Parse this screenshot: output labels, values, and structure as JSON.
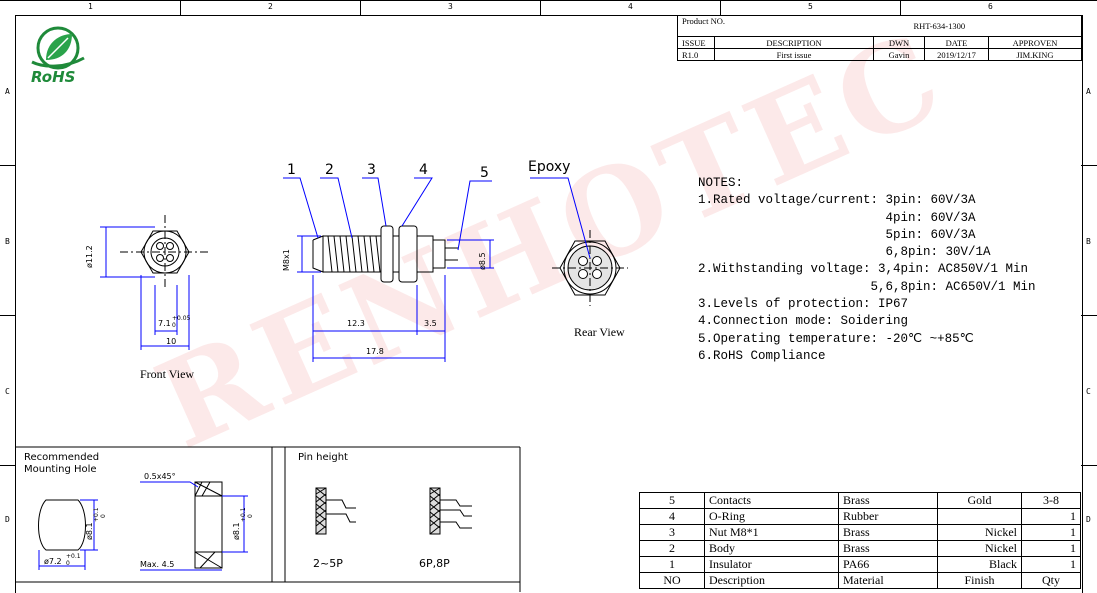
{
  "zones": {
    "columns": [
      "1",
      "2",
      "3",
      "4",
      "5",
      "6"
    ],
    "rows": [
      "A",
      "B",
      "C",
      "D"
    ]
  },
  "logo": {
    "text": "RoHS"
  },
  "title_block": {
    "product_no_label": "Product NO.",
    "product_no": "RHT-634-1300",
    "headers": [
      "ISSUE",
      "DESCRIPTION",
      "DWN",
      "DATE",
      "APPROVEN"
    ],
    "row": [
      "R1.0",
      "First issue",
      "Gavin",
      "2019/12/17",
      "JIM.KING"
    ]
  },
  "watermark": "RENHOTEC",
  "front_view": {
    "caption": "Front View",
    "dim_dia": "ø11.2",
    "dim_71": "7.1",
    "dim_71_tol": "+0.05",
    "dim_71_tol2": "0",
    "dim_10": "10"
  },
  "side_view": {
    "callouts": [
      "1",
      "2",
      "3",
      "4",
      "5"
    ],
    "dim_m8": "M8x1",
    "dim_123": "12.3",
    "dim_35": "3.5",
    "dim_178": "17.8",
    "dim_85": "ø8.5"
  },
  "rear_view": {
    "caption": "Rear View",
    "label": "Epoxy"
  },
  "notes": {
    "title": "NOTES:",
    "lines": [
      "1.Rated voltage/current: 3pin: 60V/3A",
      "                         4pin: 60V/3A",
      "                         5pin: 60V/3A",
      "                         6,8pin: 30V/1A",
      "2.Withstanding voltage: 3,4pin: AC850V/1 Min",
      "                       5,6,8pin: AC650V/1 Min",
      "3.Levels of protection: IP67",
      "4.Connection mode: Soidering",
      "5.Operating temperature: -20℃ ~+85℃",
      "6.RoHS Compliance"
    ]
  },
  "mounting": {
    "title1": "Recommended",
    "title2": "Mounting Hole",
    "chamfer": "0.5x45°",
    "dim_81": "ø8.1",
    "dim_81_tol": "+0.1",
    "dim_81_tol2": "0",
    "dim_72": "ø7.2",
    "dim_72_tol": "+0.1",
    "dim_72_tol2": "0",
    "max": "Max. 4.5"
  },
  "pin_height": {
    "title": "Pin height",
    "label_a": "2~5P",
    "label_b": "6P,8P"
  },
  "bom": {
    "rows": [
      [
        "5",
        "Contacts",
        "Brass",
        "Gold",
        "3-8"
      ],
      [
        "4",
        "O-Ring",
        "Rubber",
        "",
        "1"
      ],
      [
        "3",
        "Nut M8*1",
        "Brass",
        "Nickel",
        "1"
      ],
      [
        "2",
        "Body",
        "Brass",
        "Nickel",
        "1"
      ],
      [
        "1",
        "Insulator",
        "PA66",
        "Black",
        "1"
      ],
      [
        "NO",
        "Description",
        "Material",
        "Finish",
        "Qty"
      ]
    ]
  }
}
